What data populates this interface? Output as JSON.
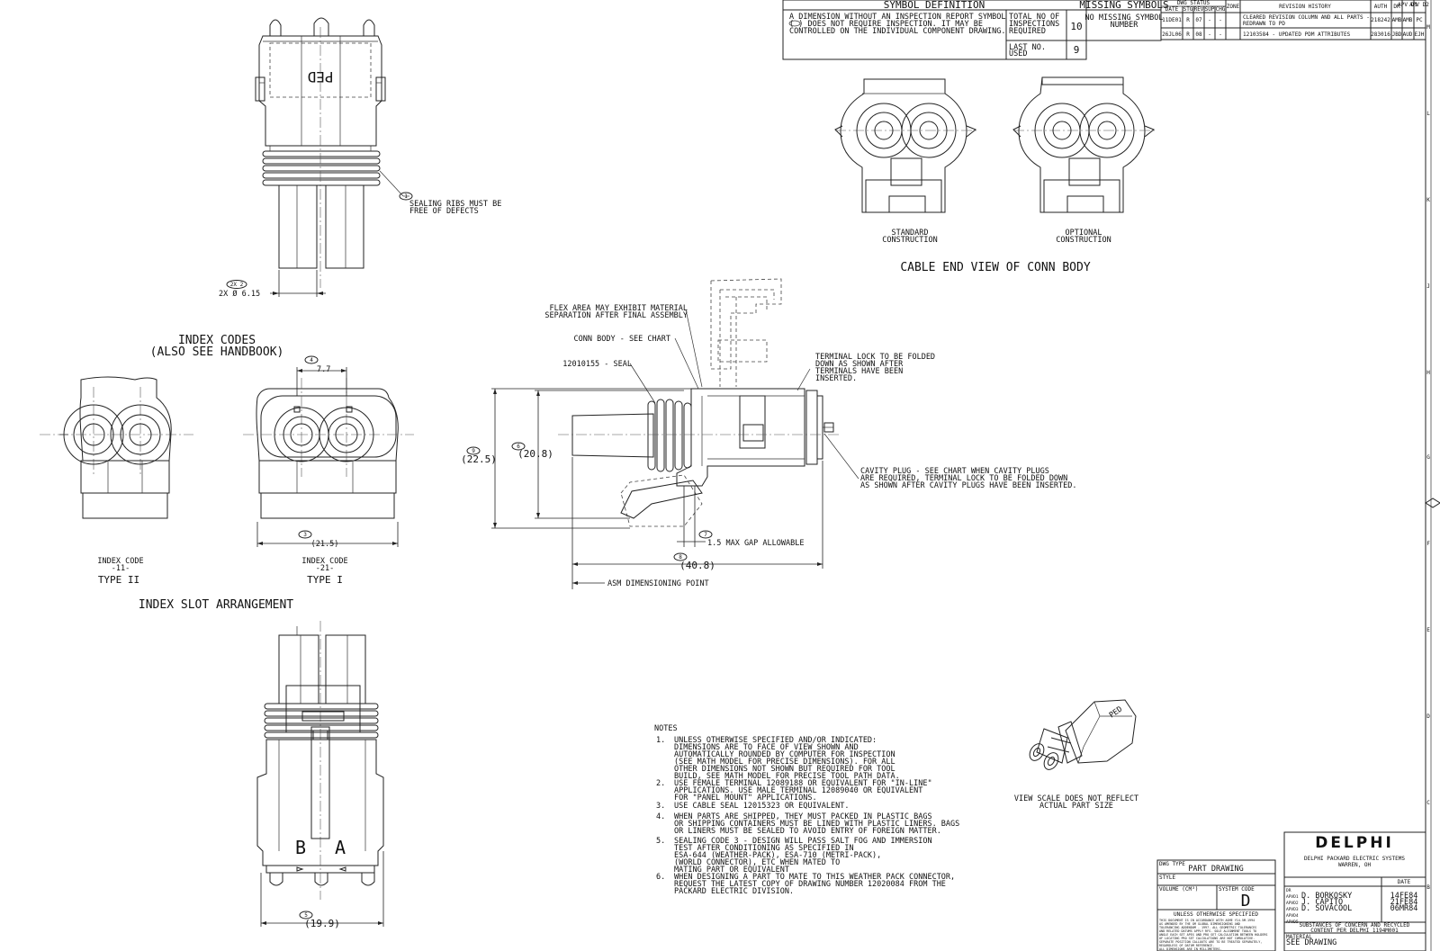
{
  "symbol_table": {
    "header": "SYMBOL DEFINITION",
    "definition_lines": [
      "A DIMENSION WITHOUT AN INSPECTION REPORT SYMBOL",
      "( ) DOES NOT REQUIRE INSPECTION.  IT MAY BE",
      "CONTROLLED ON THE INDIVIDUAL COMPONENT DRAWING."
    ],
    "total_label_lines": [
      "TOTAL NO OF",
      "INSPECTIONS",
      "REQUIRED"
    ],
    "total_value": "10",
    "last_label_lines": [
      "LAST NO.",
      "USED"
    ],
    "last_value": "9"
  },
  "missing_symbols": {
    "header": "MISSING SYMBOLS",
    "value_lines": [
      "NO MISSING SYMBOL",
      "NUMBER"
    ]
  },
  "revision_table": {
    "dwg_status": "DWG STATUS",
    "columns": [
      "DATE",
      "STG",
      "REV",
      "SUP",
      "CHG",
      "ZONE",
      "REVISION HISTORY",
      "AUTH",
      "DR",
      "APV D1",
      "APV D2"
    ],
    "rows": [
      {
        "date": "11DE01",
        "stg": "R",
        "rev": "07",
        "sup": "-",
        "chg": "-",
        "history": [
          "CLEARED REVISION COLUMN AND ALL PARTS -",
          "REDRAWN TO PD"
        ],
        "auth": "218242",
        "dr": "AMB",
        "apv1": "AMB",
        "apv2": "PC"
      },
      {
        "date": "26JL06",
        "stg": "R",
        "rev": "08",
        "sup": "-",
        "chg": "-",
        "history": [
          "12103584 - UPDATED PDM ATTRIBUTES"
        ],
        "auth": "283016",
        "dr": "JBD",
        "apv1": "AUD",
        "apv2": "EJH"
      }
    ]
  },
  "border_zone_letters": [
    "M",
    "L",
    "K",
    "J",
    "H",
    "G",
    "F",
    "E",
    "D",
    "C",
    "B"
  ],
  "top_view": {
    "housing_text": "PED",
    "callout_number": "1",
    "callout_lines": [
      "SEALING RIBS MUST BE",
      "FREE OF DEFECTS"
    ],
    "dim_bubble": "2X 2",
    "dim_text": "2X Ø 6.15"
  },
  "index_section": {
    "title_lines": [
      "INDEX CODES",
      "(ALSO SEE HANDBOOK)"
    ],
    "code_11": {
      "label": "INDEX CODE",
      "code": "-11-",
      "type": "TYPE II"
    },
    "code_21": {
      "label": "INDEX CODE",
      "code": "-21-",
      "type": "TYPE I"
    },
    "dim_top_bubble": "4",
    "dim_top": "7.7",
    "dim_width_bubble": "3",
    "dim_width": "(21.5)",
    "arrangement_title": "INDEX SLOT ARRANGEMENT"
  },
  "cable_end": {
    "standard_lines": [
      "STANDARD",
      "CONSTRUCTION"
    ],
    "optional_lines": [
      "OPTIONAL",
      "CONSTRUCTION"
    ],
    "title": "CABLE END VIEW OF CONN BODY"
  },
  "side_view": {
    "flex_lines": [
      "FLEX AREA MAY EXHIBIT MATERIAL",
      "SEPARATION AFTER FINAL ASSEMBLY"
    ],
    "conn_body": "CONN BODY - SEE CHART",
    "seal": "12010155 - SEAL",
    "terminal_lock_lines": [
      "TERMINAL LOCK TO BE FOLDED",
      "DOWN AS SHOWN AFTER",
      "TERMINALS HAVE BEEN",
      "INSERTED."
    ],
    "cavity_plug_lines": [
      "CAVITY PLUG - SEE CHART WHEN CAVITY PLUGS",
      "ARE REQUIRED, TERMINAL LOCK TO BE FOLDED DOWN",
      "AS SHOWN AFTER CAVITY PLUGS HAVE BEEN INSERTED."
    ],
    "dim_height_bubble": "9",
    "dim_height": "(22.5)",
    "dim_inner_bubble": "6",
    "dim_inner": "(20.8)",
    "gap_bubble": "7",
    "gap_text": "1.5 MAX GAP ALLOWABLE",
    "len_bubble": "8",
    "len_text": "(40.8)",
    "asm_point": "ASM DIMENSIONING POINT"
  },
  "bottom_view": {
    "letters": [
      "B",
      "A"
    ],
    "dim_bubble": "5",
    "dim_text": "(19.9)"
  },
  "notes": {
    "title": "NOTES",
    "items": [
      {
        "num": "1.",
        "lines": [
          "UNLESS OTHERWISE SPECIFIED AND/OR INDICATED:",
          "      DIMENSIONS ARE TO FACE OF VIEW SHOWN AND",
          "      AUTOMATICALLY ROUNDED BY COMPUTER FOR INSPECTION",
          "      (SEE MATH MODEL FOR PRECISE DIMENSIONS). FOR ALL",
          "      OTHER DIMENSIONS NOT SHOWN BUT REQUIRED FOR TOOL",
          "      BUILD, SEE MATH MODEL FOR PRECISE TOOL PATH DATA."
        ]
      },
      {
        "num": "2.",
        "lines": [
          "USE FEMALE TERMINAL 12089188 OR EQUIVALENT FOR \"IN-LINE\"",
          "APPLICATIONS. USE MALE TERMINAL 12089040 OR EQUIVALENT",
          "FOR \"PANEL MOUNT\" APPLICATIONS."
        ]
      },
      {
        "num": "3.",
        "lines": [
          "USE CABLE SEAL 12015323 OR EQUIVALENT."
        ]
      },
      {
        "num": "4.",
        "lines": [
          "WHEN PARTS ARE SHIPPED, THEY MUST PACKED IN PLASTIC BAGS",
          "OR SHIPPING CONTAINERS MUST BE LINED WITH PLASTIC LINERS. BAGS",
          "OR LINERS MUST BE SEALED TO AVOID ENTRY  OF FOREIGN MATTER."
        ]
      },
      {
        "num": "5.",
        "lines": [
          "SEALING CODE 3 - DESIGN WILL PASS SALT FOG AND IMMERSION",
          "               TEST AFTER CONDITIONING AS SPECIFIED IN",
          "               ESA-644 (WEATHER-PACK), ESA-710 (METRI-PACK),",
          "               (WORLD CONNECTOR), ETC WHEN MATED TO",
          "               MATING PART OR EQUIVALENT"
        ]
      },
      {
        "num": "6.",
        "lines": [
          "WHEN DESIGNING A PART TO MATE TO THIS WEATHER PACK CONNECTOR,",
          "REQUEST THE LATEST COPY OF DRAWING NUMBER 12020084 FROM THE",
          "PACKARD ELECTRIC DIVISION."
        ]
      }
    ]
  },
  "iso_view": {
    "housing_text": "PED",
    "caption_lines": [
      "VIEW SCALE DOES NOT REFLECT",
      "ACTUAL PART SIZE"
    ]
  },
  "dwg_type_block": {
    "type_label": "DWG TYPE",
    "type_value": "PART DRAWING",
    "style_label": "STYLE",
    "volume_label": "VOLUME (CM³)",
    "system_label": "SYSTEM CODE",
    "system_value": "D",
    "unless_label": "UNLESS OTHERWISE SPECIFIED",
    "fine_print": [
      "THIS DOCUMENT IS IN ACCORDANCE WITH ASME Y14.5M-1994",
      "AS AMENDED BY THE GM GLOBAL DIMENSIONING AND",
      "TOLERANCING ADDENDUM - 1997. ALL GEOMETRIC TOLERANCES",
      "AND RELATED DATUMS APPLY RFS. SOLE ALIGNMENT TOOLS TO",
      "ANGLE EACH SET APEX AND PRO SET CALCULATION BETWEEN HOLDERS",
      "OF LOCATING PRO SET CALCULATIONS ARE NOT CUMULATIVE.",
      "SEPARATE POSITION CALLOUTS ARE TO BE TREATED SEPARATELY,",
      "REGARDLESS OF DATUM REFERENCE.",
      "ALL DIMENSIONS ARE IN MILLIMETERS."
    ]
  },
  "title_block": {
    "logo": "DELPHI",
    "company_lines": [
      "DELPHI PACKARD ELECTRIC SYSTEMS",
      "WARREN, OH"
    ],
    "date_label": "DATE",
    "drawn_by": [
      {
        "role": "DR",
        "name": "",
        "date": ""
      },
      {
        "role": "APVD1",
        "name": "D. BORKOSKY",
        "date": "14FE84"
      },
      {
        "role": "APVD2",
        "name": "J. CAPITO",
        "date": "21FE84"
      },
      {
        "role": "APVD3",
        "name": "D. SOVACOOL",
        "date": "06MR84"
      },
      {
        "role": "APVD4",
        "name": "",
        "date": ""
      },
      {
        "role": "APVD5",
        "name": "",
        "date": ""
      }
    ],
    "substances_lines": [
      "SUBSTANCES OF CONCERN AND RECYCLED",
      "CONTENT PER DELPHI 1194M001"
    ],
    "material_label": "MATERIAL",
    "material_value": "SEE DRAWING"
  }
}
